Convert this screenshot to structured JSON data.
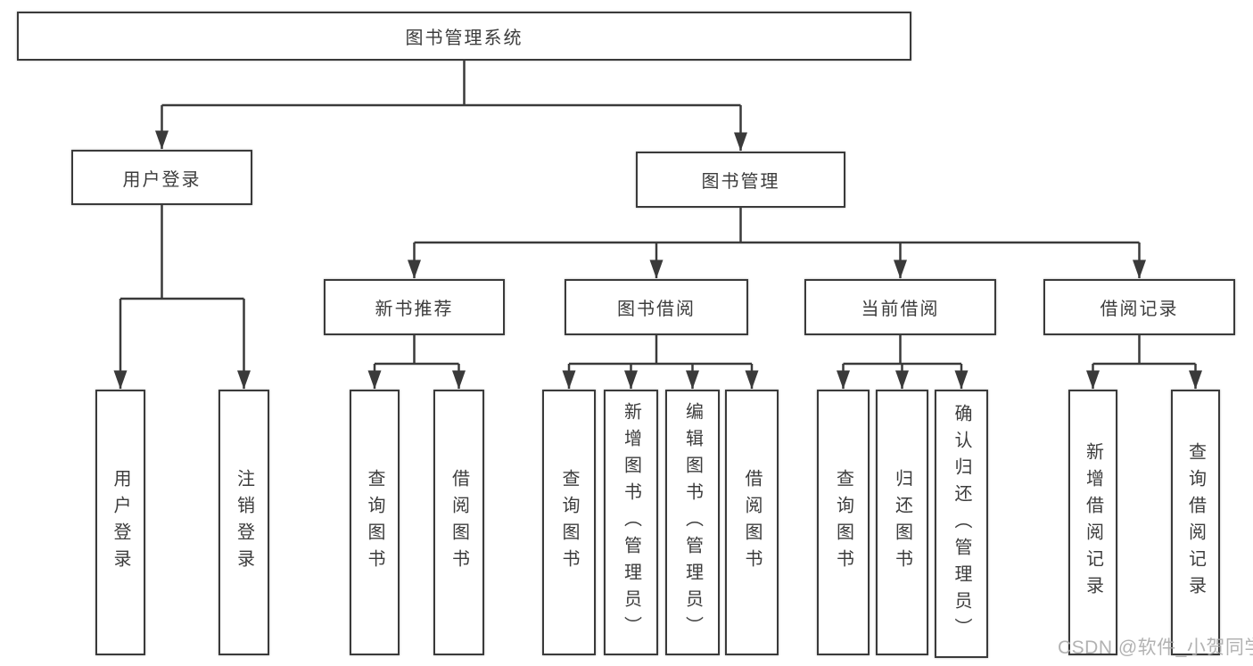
{
  "colors": {
    "line": "#3a3a3a",
    "text": "#3c3c3c",
    "box_background": "#ffffff",
    "watermark": "#aaaaaa"
  },
  "watermark": {
    "text": "CSDN @软件_小贺同学"
  },
  "tree": {
    "label": "图书管理系统",
    "children": [
      {
        "label": "用户登录",
        "children": [
          {
            "label": "用户登录"
          },
          {
            "label": "注销登录"
          }
        ]
      },
      {
        "label": "图书管理",
        "children": [
          {
            "label": "新书推荐",
            "children": [
              {
                "label": "查询图书"
              },
              {
                "label": "借阅图书"
              }
            ]
          },
          {
            "label": "图书借阅",
            "children": [
              {
                "label": "查询图书"
              },
              {
                "label": "新增图书（管理员）"
              },
              {
                "label": "编辑图书（管理员）"
              },
              {
                "label": "借阅图书"
              }
            ]
          },
          {
            "label": "当前借阅",
            "children": [
              {
                "label": "查询图书"
              },
              {
                "label": "归还图书"
              },
              {
                "label": "确认归还（管理员）"
              }
            ]
          },
          {
            "label": "借阅记录",
            "children": [
              {
                "label": "新增借阅记录"
              },
              {
                "label": "查询借阅记录"
              }
            ]
          }
        ]
      }
    ]
  }
}
